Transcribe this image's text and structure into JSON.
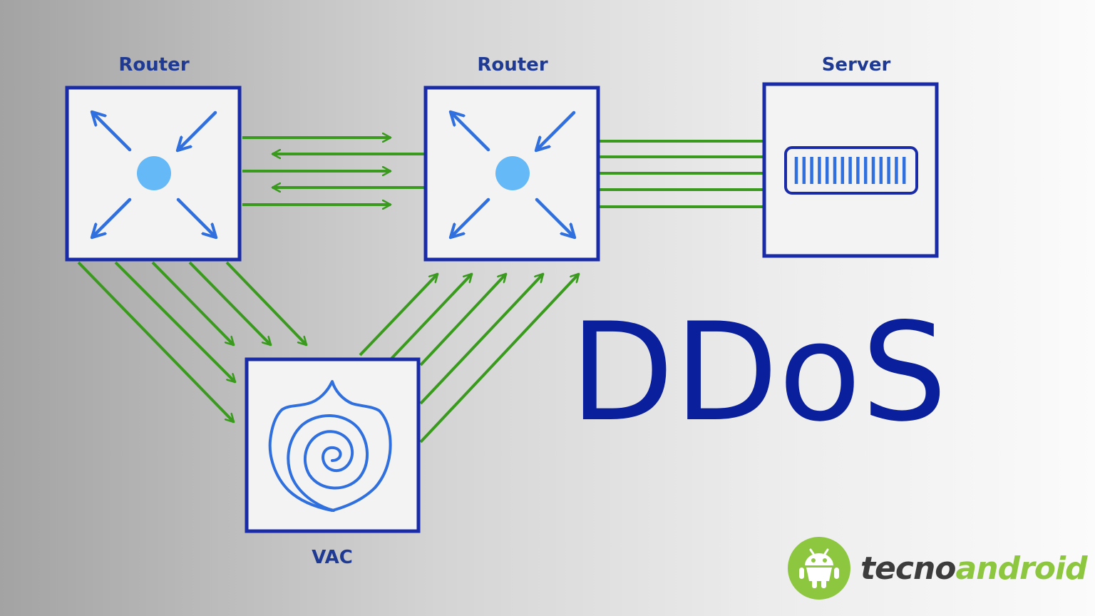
{
  "diagram": {
    "router_left": {
      "label": "Router"
    },
    "router_center": {
      "label": "Router"
    },
    "server": {
      "label": "Server"
    },
    "vac": {
      "label": "VAC"
    },
    "title": "DDoS"
  },
  "logo": {
    "part1": "tecno",
    "part2": "android",
    "icon": "android-robot-icon"
  },
  "colors": {
    "node_border": "#1a2ba8",
    "node_fill": "#f3f3f3",
    "arrow_green": "#3a9a1e",
    "icon_blue": "#2f6fde",
    "center_dot": "#64b9f6",
    "title_blue": "#0a1f9c",
    "logo_green": "#8dc63f",
    "logo_gray": "#3c3c3c"
  }
}
